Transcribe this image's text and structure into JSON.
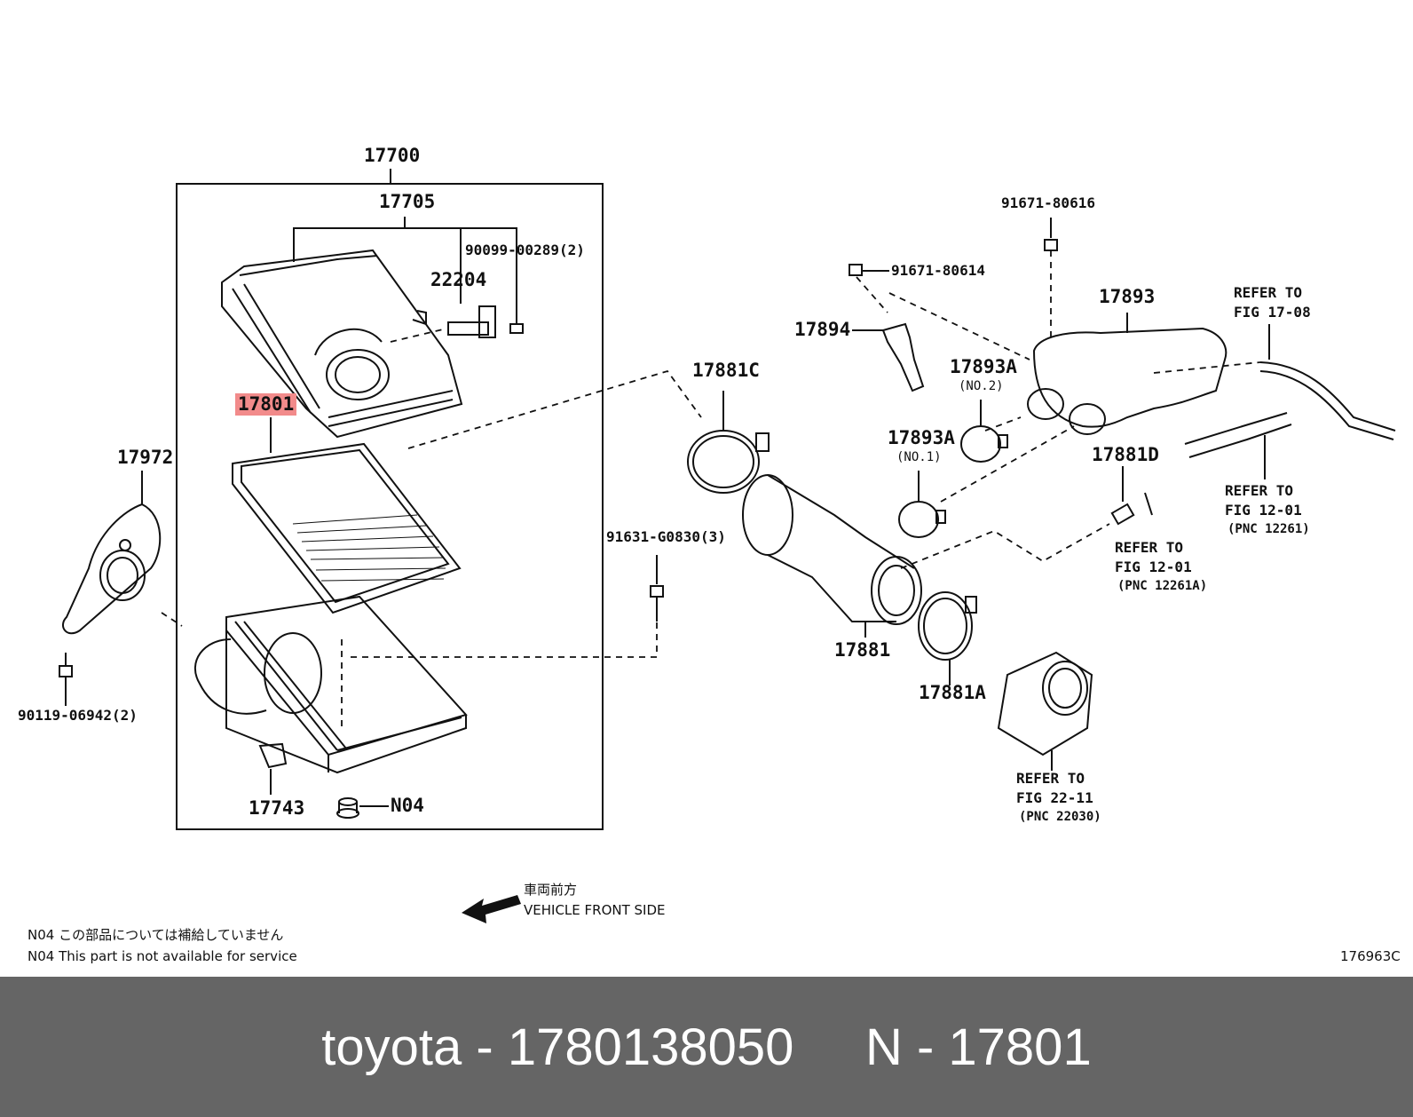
{
  "callouts": {
    "p17700": "17700",
    "p17705": "17705",
    "p22204": "22204",
    "p90099": "90099-00289(2)",
    "p17801": "17801",
    "p17972": "17972",
    "p90119": "90119-06942(2)",
    "p17743": "17743",
    "pN04": "N04",
    "p91631": "91631-G0830(3)",
    "p17881C": "17881C",
    "p17881": "17881",
    "p17881A": "17881A",
    "p91671_80616": "91671-80616",
    "p91671_80614": "91671-80614",
    "p17894": "17894",
    "p17893": "17893",
    "p17893A_top": "17893A",
    "p17893A_top_sub": "(NO.2)",
    "p17893A_bot": "17893A",
    "p17893A_bot_sub": "(NO.1)",
    "p17881D": "17881D"
  },
  "refers": {
    "r1708_a": "REFER TO",
    "r1708_b": "FIG 17-08",
    "r1201_a": "REFER TO",
    "r1201_b": "FIG 12-01",
    "r1201_c": "(PNC 12261)",
    "r1201A_a": "REFER TO",
    "r1201A_b": "FIG 12-01",
    "r1201A_c": "(PNC 12261A)",
    "r2211_a": "REFER TO",
    "r2211_b": "FIG 22-11",
    "r2211_c": "(PNC 22030)"
  },
  "direction": {
    "jp": "車両前方",
    "en": "VEHICLE FRONT SIDE"
  },
  "notes": {
    "jp": "N04 この部品については補給していません",
    "en": "N04 This part is not available for service"
  },
  "figure_id": "176963C",
  "footer": {
    "brand_part": "toyota - 1780138050",
    "pnc": "N - 17801"
  },
  "colors": {
    "highlight": "#f28b8b",
    "footer_bg": "#656565",
    "footer_text": "#ffffff"
  }
}
